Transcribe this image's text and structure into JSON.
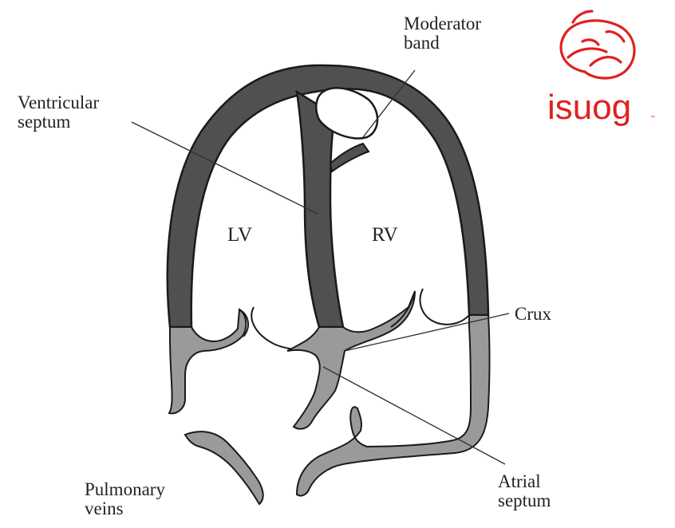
{
  "labels": {
    "moderator_band": [
      "Moderator",
      "band"
    ],
    "ventricular_septum": [
      "Ventricular",
      "septum"
    ],
    "lv": "LV",
    "rv": "RV",
    "crux": "Crux",
    "pulmonary_veins": [
      "Pulmonary",
      "veins"
    ],
    "atrial_septum": [
      "Atrial",
      "septum"
    ]
  },
  "logo": {
    "text": "isuog",
    "mark": "™",
    "color": "#e02020"
  },
  "colors": {
    "ventricle_wall": "#505050",
    "atrial_wall": "#9a9a9a",
    "outline": "#1a1a1a",
    "leader": "#333333"
  }
}
